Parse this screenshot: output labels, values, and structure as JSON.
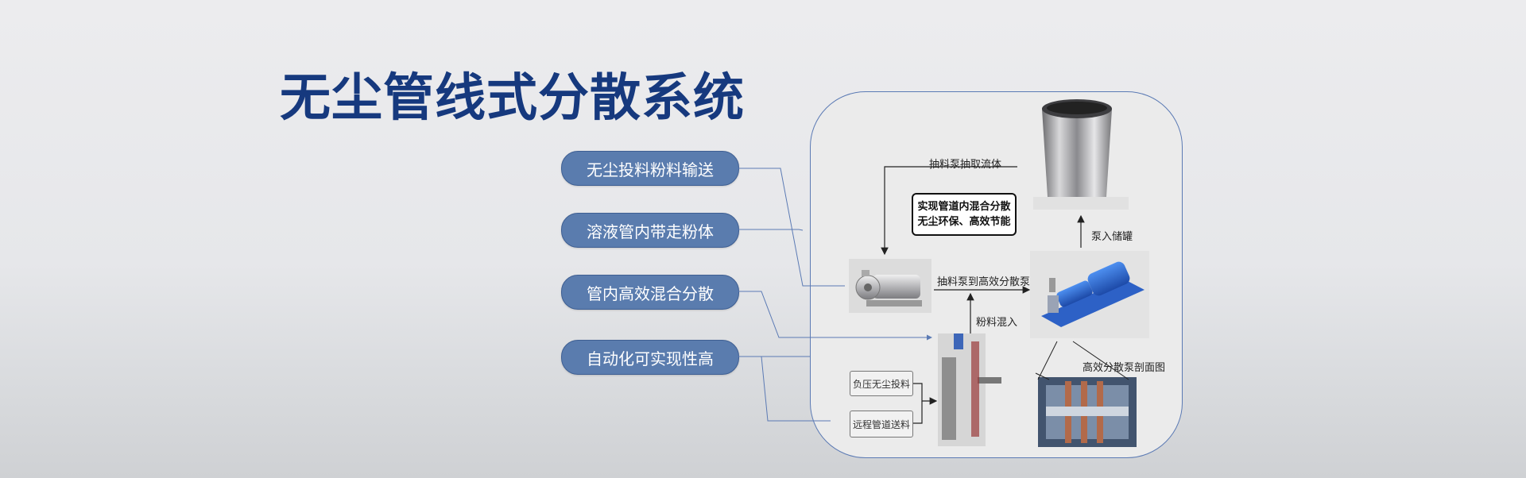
{
  "title": "无尘管线式分散系统",
  "features": [
    {
      "label": "无尘投料粉料输送"
    },
    {
      "label": "溶液管内带走粉体"
    },
    {
      "label": "管内高效混合分散"
    },
    {
      "label": "自动化可实现性高"
    }
  ],
  "diagram": {
    "pump_extract_label": "抽料泵抽取流体",
    "callout_line1": "实现管道内混合分散",
    "callout_line2": "无尘环保、高效节能",
    "to_tank_label": "泵入储罐",
    "to_disperser_label": "抽料泵到高效分散泵",
    "powder_mix_label": "粉料混入",
    "section_view_label": "高效分散泵剖面图",
    "negative_pressure_label": "负压无尘投料",
    "remote_pipe_label": "远程管道送料"
  },
  "colors": {
    "title": "#16397e",
    "pill_fill": "#5a7cae",
    "frame_border": "#5b7ab4",
    "pump_blue": "#2a5fc4"
  }
}
